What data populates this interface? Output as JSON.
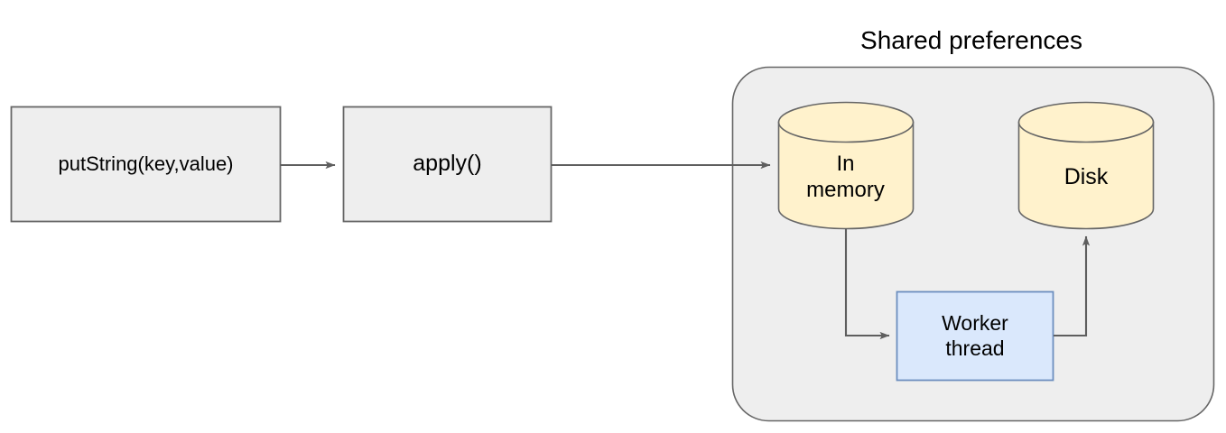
{
  "diagram": {
    "title": "Shared preferences",
    "background_color": "#ffffff",
    "nodes": {
      "put_string": {
        "label": "putString(key,value)",
        "shape": "rectangle",
        "fill": "#eeeeee",
        "stroke": "#666666"
      },
      "apply": {
        "label": "apply()",
        "shape": "rectangle",
        "fill": "#eeeeee",
        "stroke": "#666666"
      },
      "in_memory": {
        "label": "In\nmemory",
        "shape": "cylinder",
        "fill": "#fff2cc",
        "stroke": "#666666"
      },
      "disk": {
        "label": "Disk",
        "shape": "cylinder",
        "fill": "#fff2cc",
        "stroke": "#666666"
      },
      "worker_thread": {
        "label": "Worker\nthread",
        "shape": "rectangle",
        "fill": "#dae8fc",
        "stroke": "#6c8ebf"
      },
      "container": {
        "label": "Shared preferences",
        "shape": "rounded-rectangle",
        "fill": "#eeeeee",
        "stroke": "#666666"
      }
    },
    "edges": [
      {
        "name": "putstring-to-apply",
        "from": "put_string",
        "to": "apply",
        "label": ""
      },
      {
        "name": "apply-to-in-memory",
        "from": "apply",
        "to": "in_memory",
        "label": ""
      },
      {
        "name": "in-memory-to-worker",
        "from": "in_memory",
        "to": "worker_thread",
        "label": ""
      },
      {
        "name": "worker-to-disk",
        "from": "worker_thread",
        "to": "disk",
        "label": ""
      }
    ],
    "edge_color": "#5e5e5e"
  }
}
